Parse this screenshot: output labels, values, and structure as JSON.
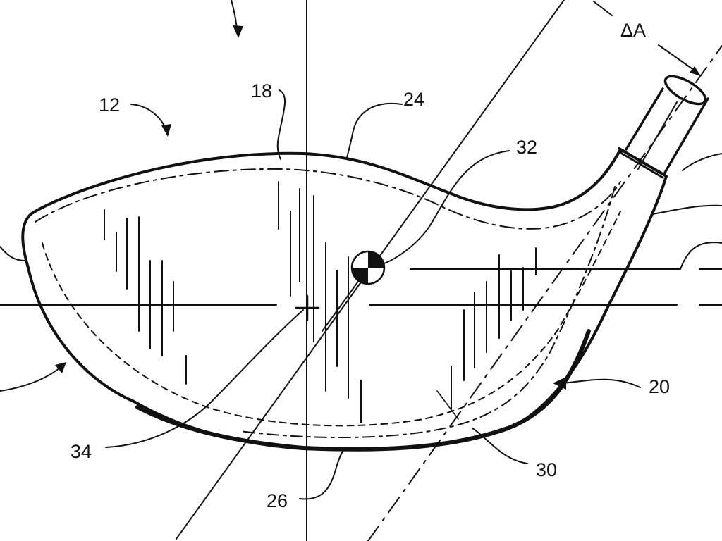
{
  "figure": {
    "labels": {
      "head": "12",
      "crown_top": "18",
      "crown_edge": "24",
      "center_of_gravity": "32",
      "face": "20",
      "sole": "26",
      "sole_region": "30",
      "origin": "34",
      "delta": "ΔA"
    }
  }
}
